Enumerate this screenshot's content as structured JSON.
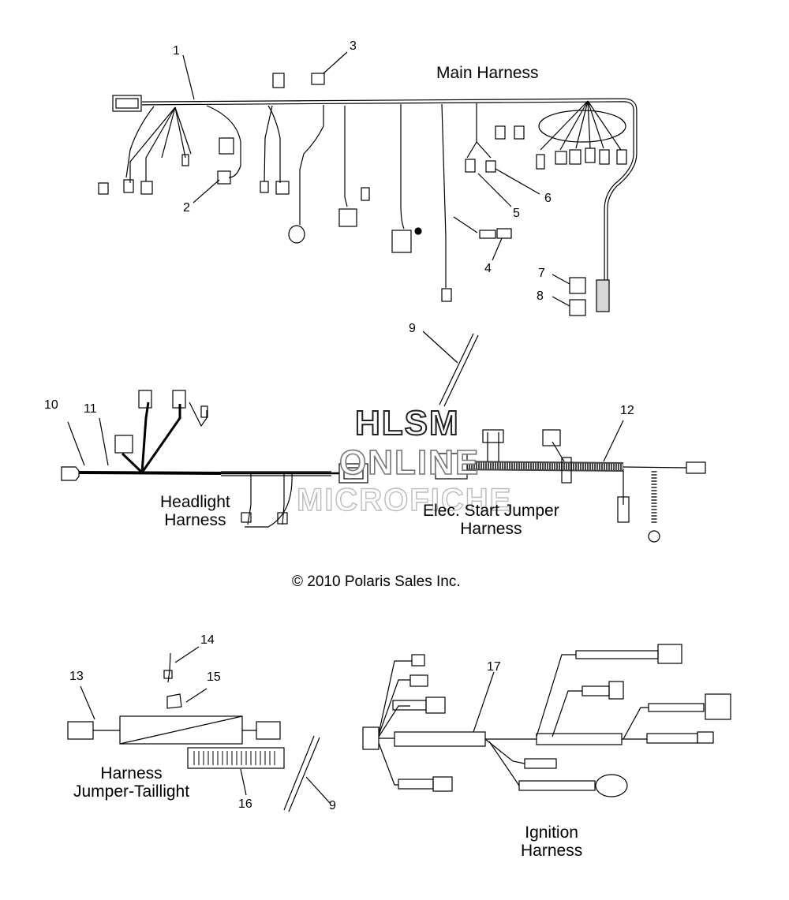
{
  "labels": {
    "main_harness": "Main Harness",
    "headlight_harness": "Headlight\nHarness",
    "elec_start_harness": "Elec. Start Jumper\nHarness",
    "taillight_harness": "Harness\nJumper-Taillight",
    "ignition_harness": "Ignition\nHarness"
  },
  "copyright": "© 2010 Polaris Sales Inc.",
  "watermark": {
    "line1": "HLSM",
    "line2": "ONLINE",
    "line3": "MICROFICHE"
  },
  "callouts": {
    "c1": "1",
    "c2": "2",
    "c3": "3",
    "c4": "4",
    "c5": "5",
    "c6": "6",
    "c7": "7",
    "c8": "8",
    "c9a": "9",
    "c9b": "9",
    "c10": "10",
    "c11": "11",
    "c12": "12",
    "c13": "13",
    "c14": "14",
    "c15": "15",
    "c16": "16",
    "c17": "17"
  },
  "colors": {
    "line": "#000000",
    "background": "#ffffff"
  }
}
